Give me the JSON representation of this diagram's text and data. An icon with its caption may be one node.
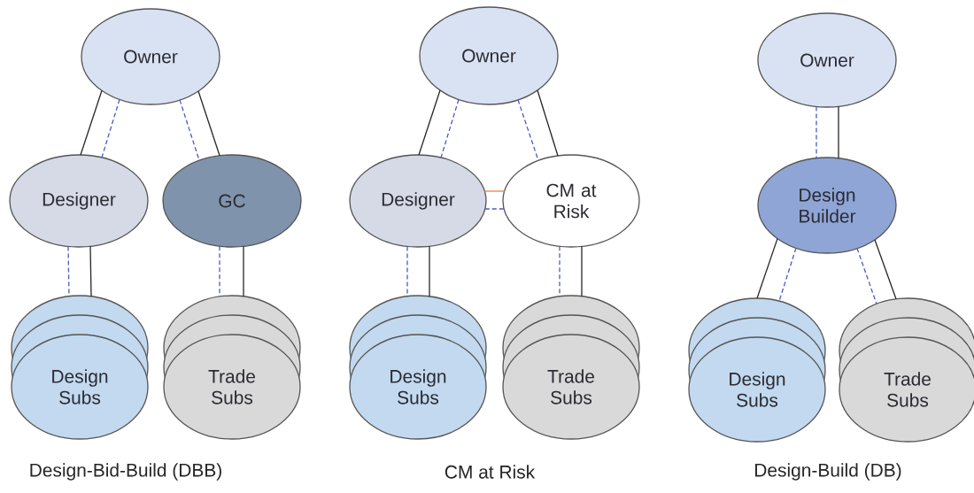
{
  "diagram": {
    "nodes": [
      {
        "text": [
          "Owner"
        ]
      },
      {
        "text": [
          "Designer"
        ]
      },
      {
        "text": [
          "GC"
        ]
      },
      {
        "text": [
          "Design Subs"
        ]
      },
      {
        "text": [
          "Trade Subs"
        ]
      },
      {
        "text": [
          "Owner"
        ]
      },
      {
        "text": [
          "Designer"
        ]
      },
      {
        "text": [
          "CM at Risk"
        ]
      },
      {
        "text": [
          "Design Subs"
        ]
      },
      {
        "text": [
          "Trade Subs"
        ]
      },
      {
        "text": [
          "Owner"
        ]
      },
      {
        "text": [
          "Design Builder"
        ]
      },
      {
        "text": [
          "Design Subs"
        ]
      },
      {
        "text": [
          "Trade Subs"
        ]
      }
    ],
    "edges": [
      {
        "from": 0,
        "to": 1,
        "arrow": "none",
        "color": "#262626"
      },
      {
        "from": 0,
        "to": 1,
        "arrow": "none",
        "style": "dashed",
        "color": "#4a5bc4"
      },
      {
        "from": 0,
        "to": 2,
        "arrow": "none",
        "style": "dashed",
        "color": "#4a5bc4"
      },
      {
        "from": 0,
        "to": 2,
        "arrow": "none",
        "color": "#262626"
      },
      {
        "from": 1,
        "to": 3,
        "arrow": "none",
        "style": "dashed",
        "color": "#4a5bc4"
      },
      {
        "from": 1,
        "to": 3,
        "arrow": "none",
        "color": "#262626"
      },
      {
        "from": 2,
        "to": 4,
        "arrow": "none",
        "style": "dashed",
        "color": "#4a5bc4"
      },
      {
        "from": 2,
        "to": 4,
        "arrow": "none",
        "color": "#262626"
      },
      {
        "from": 5,
        "to": 6,
        "arrow": "none",
        "color": "#262626"
      },
      {
        "from": 5,
        "to": 6,
        "arrow": "none",
        "style": "dashed",
        "color": "#4a5bc4"
      },
      {
        "from": 5,
        "to": 7,
        "arrow": "none",
        "style": "dashed",
        "color": "#4a5bc4"
      },
      {
        "from": 5,
        "to": 7,
        "arrow": "none",
        "color": "#262626"
      },
      {
        "from": 6,
        "to": 7,
        "arrow": "none",
        "color": "#e8823a"
      },
      {
        "from": 6,
        "to": 7,
        "arrow": "none",
        "style": "dashed",
        "color": "#4a5bc4"
      },
      {
        "from": 6,
        "to": 8,
        "arrow": "none",
        "style": "dashed",
        "color": "#4a5bc4"
      },
      {
        "from": 6,
        "to": 8,
        "arrow": "none",
        "color": "#262626"
      },
      {
        "from": 7,
        "to": 9,
        "arrow": "none",
        "style": "dashed",
        "color": "#4a5bc4"
      },
      {
        "from": 7,
        "to": 9,
        "arrow": "none",
        "color": "#262626"
      },
      {
        "from": 10,
        "to": 11,
        "arrow": "none",
        "style": "dashed",
        "color": "#4a5bc4"
      },
      {
        "from": 10,
        "to": 11,
        "arrow": "none",
        "color": "#262626"
      },
      {
        "from": 11,
        "to": 12,
        "arrow": "none",
        "color": "#262626"
      },
      {
        "from": 11,
        "to": 12,
        "arrow": "none",
        "style": "dashed",
        "color": "#4a5bc4"
      },
      {
        "from": 11,
        "to": 13,
        "arrow": "none",
        "style": "dashed",
        "color": "#4a5bc4"
      },
      {
        "from": 11,
        "to": 13,
        "arrow": "none",
        "color": "#262626"
      }
    ],
    "labels": [
      "Design-Bid-Build (DBB)",
      "CM at Risk",
      "Design-Build (DB)"
    ]
  }
}
